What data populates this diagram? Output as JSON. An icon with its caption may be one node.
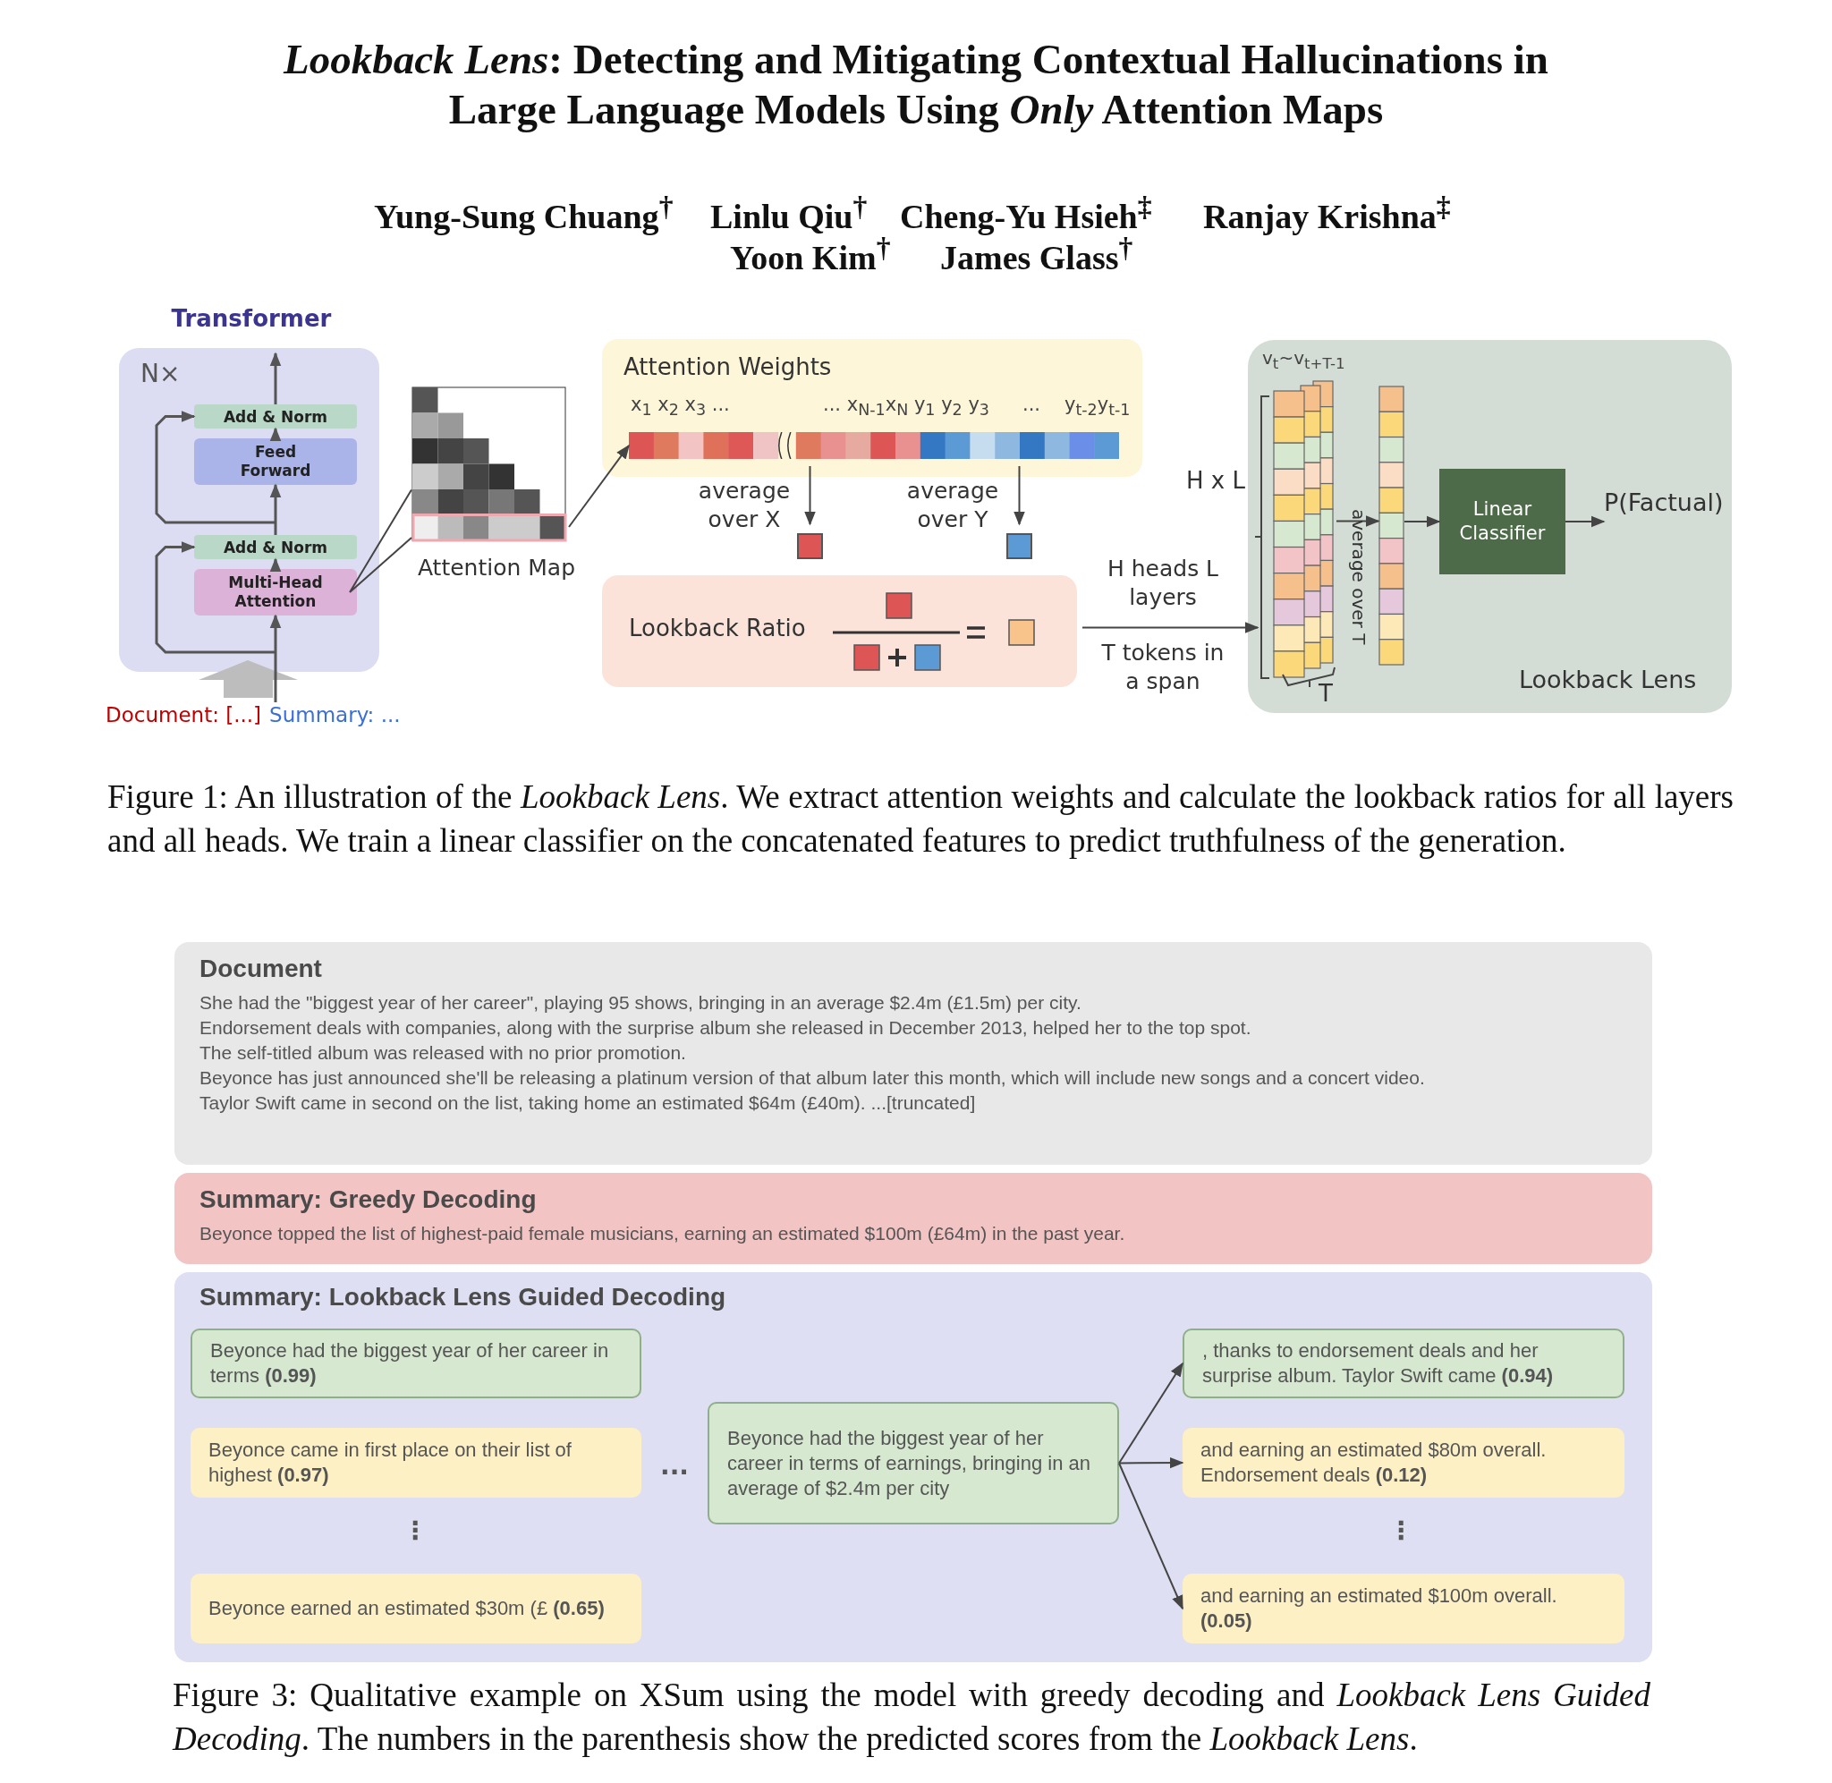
{
  "diagram": {
    "title": "*Lookback Lens*: Detecting and Mitigating Contextual Hallucinations in Large Language Models Using *Only* Attention Maps",
    "nodes": [
      {
        "text": [
          "Transformer",
          "N×"
        ]
      },
      {
        "text": [
          "Add & Norm"
        ],
        "in": 0
      },
      {
        "text": [
          "Feed Forward"
        ],
        "in": 0
      },
      {
        "text": [
          "Add & Norm"
        ],
        "in": 0
      },
      {
        "text": [
          "Multi-Head Attention"
        ],
        "in": 0
      },
      {
        "text": [
          "Document: [...]",
          "Summary: ..."
        ]
      },
      {
        "text": [
          "Attention Map"
        ]
      },
      {
        "text": [
          "Attention Weights"
        ]
      },
      {
        "text": [],
        "shape": "box"
      },
      {
        "text": [],
        "shape": "box"
      },
      {
        "text": [
          "Lookback Ratio"
        ]
      },
      {
        "text": [
          "Lookback Lens"
        ]
      },
      {
        "text": [],
        "shape": "bar",
        "in": 11
      },
      {
        "text": [],
        "shape": "bar",
        "in": 11
      },
      {
        "text": [
          "Linear Classifier"
        ],
        "in": 11
      },
      {
        "text": [
          "P(Factual)"
        ],
        "in": 11
      },
      {
        "text": [
          "Document",
          "She had the \"biggest year of her career\", playing 95 shows, bringing in an average $2.4m (£1.5m) per city.",
          "Endorsement deals with companies, along with the surprise album she released in December 2013, helped her to the top spot.",
          "The self-titled album was released with no prior promotion.",
          "Beyonce has just announced she'll be releasing a platinum version of that album later this month, which will include new songs and a concert video.",
          "Taylor Swift came in second on the list, taking home an estimated $64m (£40m). ...[truncated]"
        ]
      },
      {
        "text": [
          "Summary: Greedy Decoding",
          "Beyonce topped the list of highest-paid female musicians, earning an estimated $100m (£64m) in the past year."
        ]
      },
      {
        "text": [
          "Summary: Lookback Lens Guided Decoding"
        ]
      },
      {
        "text": [
          "Beyonce had the biggest year of her career in terms **(0.99)**"
        ],
        "in": 18
      },
      {
        "text": [
          "Beyonce came in first place on their list of highest **(0.97)**"
        ],
        "in": 18
      },
      {
        "text": [
          "Beyonce earned an estimated $30m (£ **(0.65)**"
        ],
        "in": 18
      },
      {
        "text": [
          "Beyonce had the biggest year of her career in terms of earnings, bringing in an average of $2.4m per city"
        ],
        "in": 18
      },
      {
        "text": [
          ", thanks to endorsement deals and her surprise album. Taylor Swift came **(0.94)**"
        ],
        "in": 18
      },
      {
        "text": [
          "and earning an estimated $80m overall. Endorsement deals **(0.12)**"
        ],
        "in": 18
      },
      {
        "text": [
          "and earning an estimated $100m overall. **(0.05)**"
        ],
        "in": 18
      }
    ],
    "edges": [
      {
        "from": 5,
        "to": 4,
        "arrow": "to"
      },
      {
        "from": 4,
        "to": 3,
        "arrow": "to"
      },
      {
        "from": 3,
        "to": 2,
        "arrow": "to"
      },
      {
        "from": 2,
        "to": 1,
        "arrow": "to"
      },
      {
        "from": 1,
        "to": null,
        "arrow": "to"
      },
      {
        "from": 5,
        "to": 3,
        "arrow": "to"
      },
      {
        "from": 3,
        "to": 1,
        "arrow": "to"
      },
      {
        "from": 4,
        "to": 6,
        "arrow": "none"
      },
      {
        "from": 6,
        "to": 7,
        "arrow": "to"
      },
      {
        "from": 7,
        "to": 8,
        "arrow": "to",
        "label": "average over X"
      },
      {
        "from": 7,
        "to": 9,
        "arrow": "to",
        "label": "average over Y"
      },
      {
        "from": 10,
        "to": 12,
        "arrow": "to",
        "label": "H heads L layers"
      },
      {
        "from": 12,
        "to": 13,
        "arrow": "to",
        "label": "average over T"
      },
      {
        "from": 13,
        "to": 14,
        "arrow": "to"
      },
      {
        "from": 14,
        "to": 15,
        "arrow": "to"
      },
      {
        "from": 22,
        "to": 23,
        "arrow": "to"
      },
      {
        "from": 22,
        "to": 24,
        "arrow": "to"
      },
      {
        "from": 22,
        "to": 25,
        "arrow": "to"
      }
    ],
    "labels": [
      "Yung-Sung Chuang$^{†}$",
      "Linlu Qiu$^{†}$",
      "Cheng-Yu Hsieh$^{‡}$",
      "Ranjay Krishna$^{‡}$",
      "Yoon Kim$^{†}$",
      "James Glass$^{†}$",
      "x$_{1}$ x$_{2}$ x$_{3}$ ...",
      "... x$_{N-1}$x$_{N}$ y$_{1}$ y$_{2}$ y$_{3}$",
      "...",
      "y$_{t-2}$y$_{t-1}$",
      "T tokens in a span",
      "v$_{t}$~v$_{t+T-1}$",
      "H x L",
      "T",
      "Figure 1: An illustration of the *Lookback Lens*. We extract attention weights and calculate the lookback ratios for all layers and all heads. We train a linear classifier on the concatenated features to predict truthfulness of the generation.",
      "...",
      "⋮",
      "⋮",
      "Figure 3: Qualitative example on XSum using the model with greedy decoding and *Lookback Lens Guided Decoding*. The numbers in the parenthesis show the predicted scores from the *Lookback Lens*."
    ]
  }
}
